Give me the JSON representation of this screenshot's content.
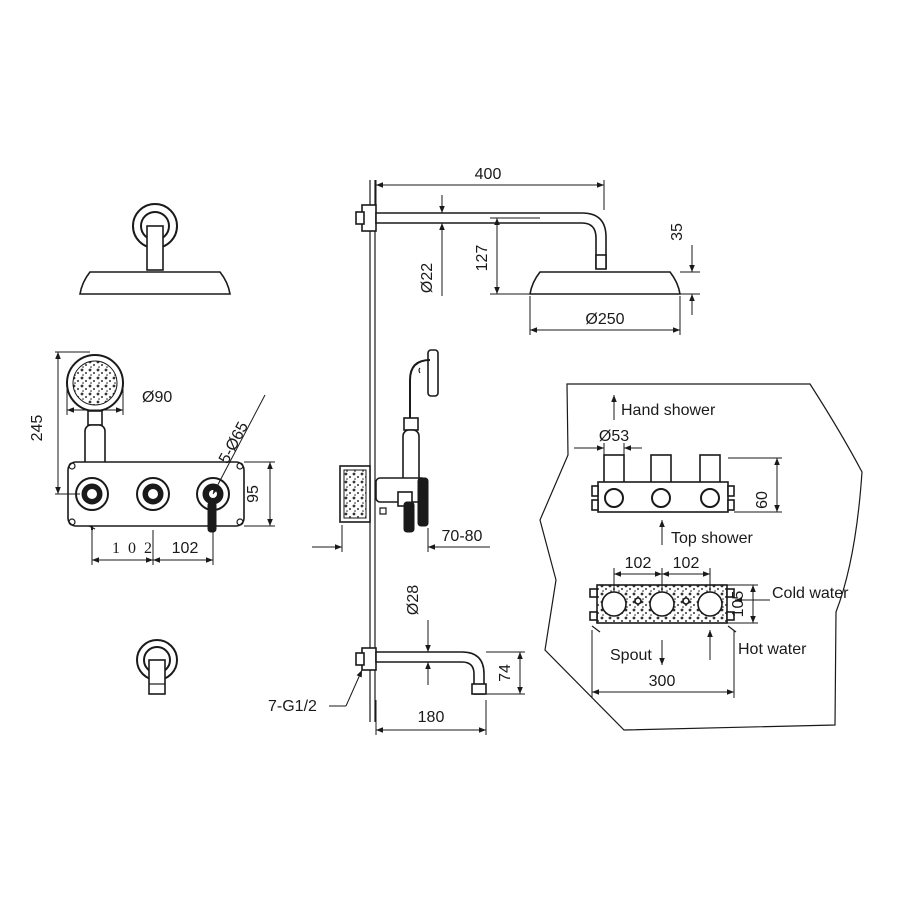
{
  "labels": {
    "d400": "400",
    "d35": "35",
    "d127": "127",
    "d22": "Ø22",
    "d250": "Ø250",
    "d245": "245",
    "d90": "Ø90",
    "d5_65": "5-Ø65",
    "d95": "95",
    "d102_left": "1 0 2",
    "d102_right": "102",
    "d70_80": "70-80",
    "d28": "Ø28",
    "d74": "74",
    "d180": "180",
    "d7_g12": "7-G1/2",
    "hand_shower": "Hand shower",
    "d53": "Ø53",
    "d60": "60",
    "top_shower": "Top shower",
    "d102_a": "102",
    "d102_b": "102",
    "cold_water": "Cold water",
    "d105": "105",
    "spout": "Spout",
    "hot_water": "Hot water",
    "d300": "300"
  }
}
